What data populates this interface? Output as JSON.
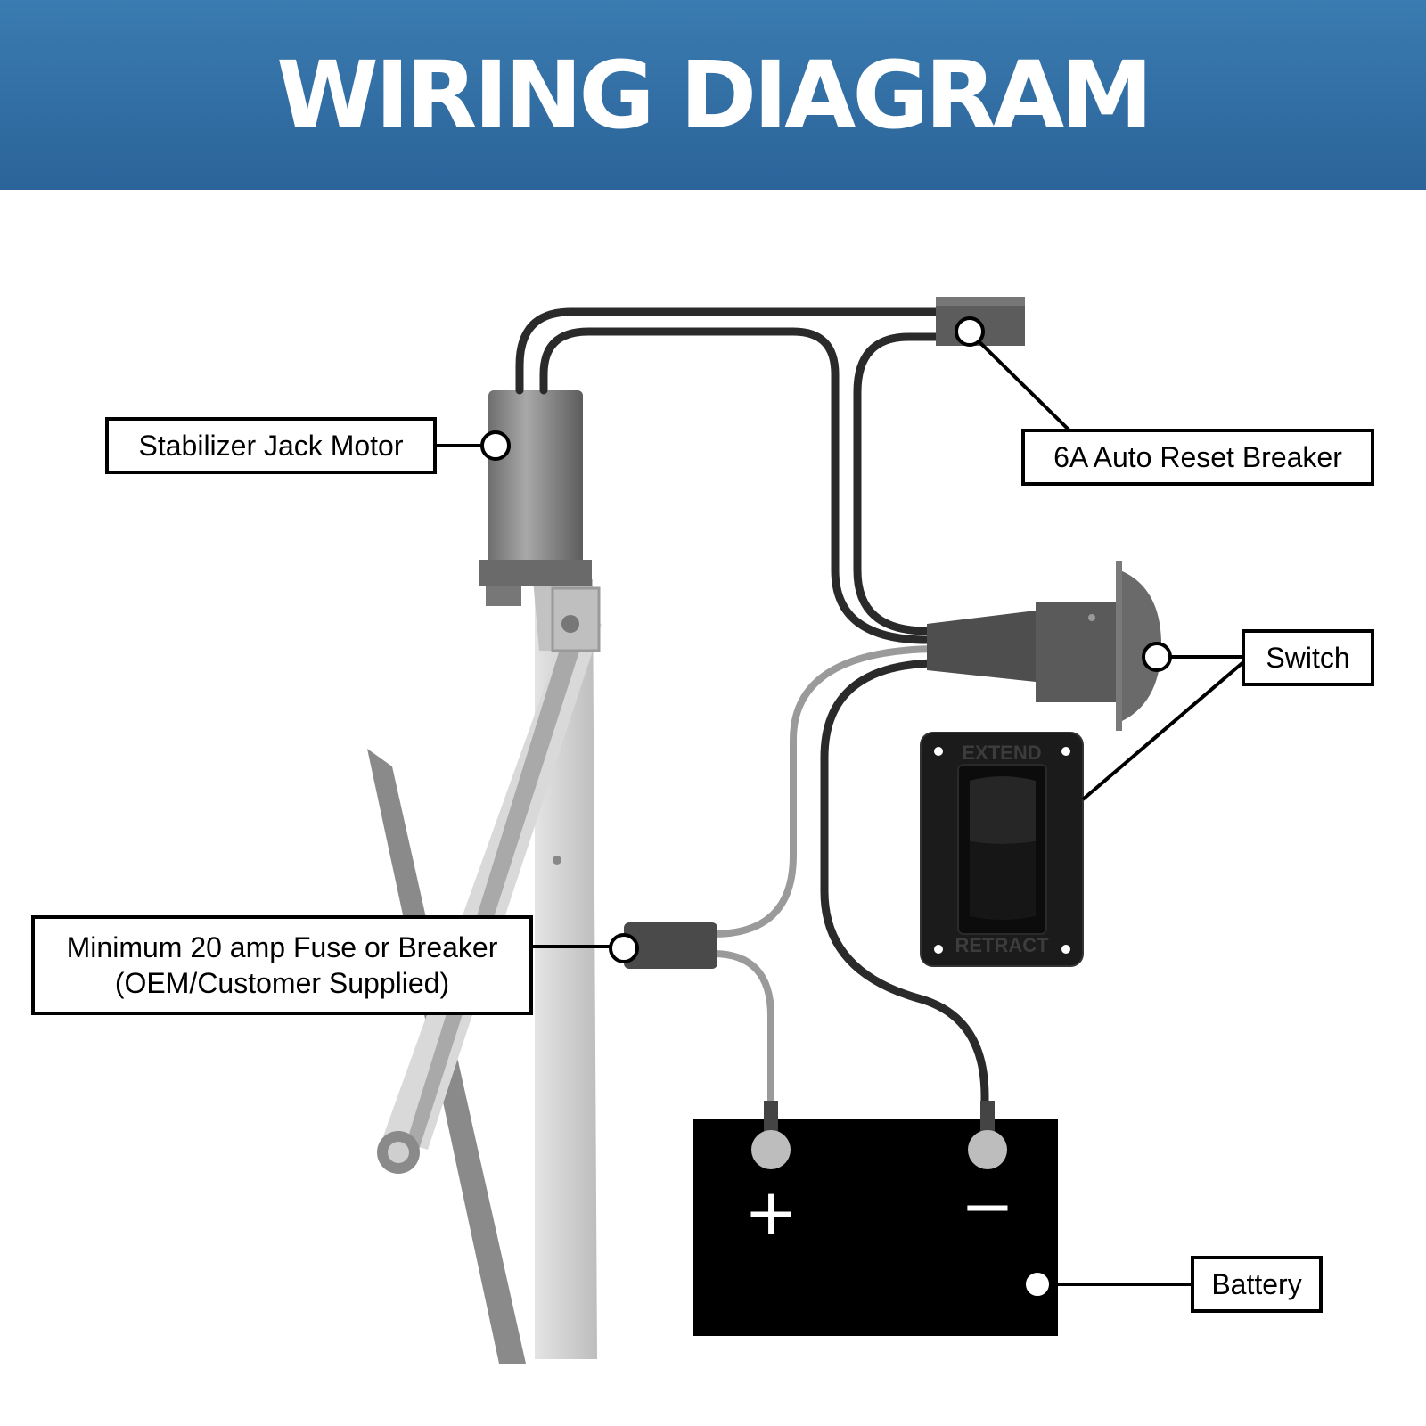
{
  "header": {
    "title": "WIRING DIAGRAM"
  },
  "labels": {
    "motor": "Stabilizer Jack Motor",
    "breaker": "6A Auto Reset Breaker",
    "switch": "Switch",
    "fuse_line1": "Minimum 20 amp Fuse or Breaker",
    "fuse_line2": "(OEM/Customer Supplied)",
    "battery": "Battery"
  },
  "switch_panel": {
    "top_text": "EXTEND",
    "bottom_text": "RETRACT"
  },
  "battery": {
    "plus": "+",
    "minus": "−"
  },
  "colors": {
    "header": "#3a7bb0",
    "wire_dark": "#2a2a2a",
    "wire_light": "#9a9a9a",
    "jack_frame": "#cfcfcf",
    "battery": "#000000"
  }
}
